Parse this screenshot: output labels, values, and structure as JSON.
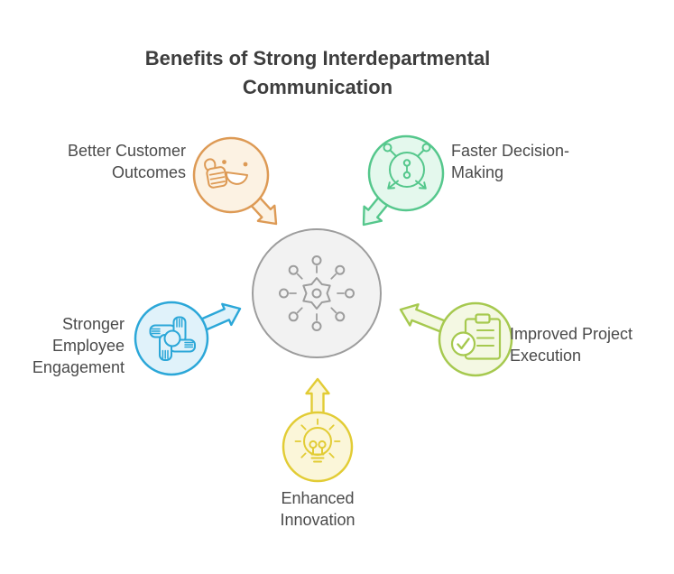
{
  "title": {
    "lines": [
      "Benefits of Strong Interdepartmental",
      "Communication"
    ],
    "color": "#3e3e3e"
  },
  "center": {
    "icon": "network-hub-icon",
    "stroke_color": "#9d9d9d",
    "fill_color": "#f2f2f2"
  },
  "nodes": [
    {
      "id": "better-customer-outcomes",
      "label_lines": [
        "Better Customer",
        "Outcomes"
      ],
      "icon": "smiley-thumbs-up-icon",
      "stroke_color": "#dd9a55",
      "fill_color": "#fcf2e3",
      "position": "top-left"
    },
    {
      "id": "faster-decision-making",
      "label_lines": [
        "Faster Decision-",
        "Making"
      ],
      "icon": "decision-paths-icon",
      "stroke_color": "#55c78c",
      "fill_color": "#e4f8ed",
      "position": "top-right"
    },
    {
      "id": "stronger-employee-engagement",
      "label_lines": [
        "Stronger",
        "Employee",
        "Engagement"
      ],
      "icon": "teamwork-hands-icon",
      "stroke_color": "#2ba7d8",
      "fill_color": "#e0f2fa",
      "position": "left"
    },
    {
      "id": "improved-project-execution",
      "label_lines": [
        "Improved Project",
        "Execution"
      ],
      "icon": "clipboard-check-icon",
      "stroke_color": "#a6c94f",
      "fill_color": "#f4f8e3",
      "position": "right"
    },
    {
      "id": "enhanced-innovation",
      "label_lines": [
        "Enhanced",
        "Innovation"
      ],
      "icon": "lightbulb-icon",
      "stroke_color": "#e2cc35",
      "fill_color": "#fbf6d9",
      "position": "bottom"
    }
  ]
}
